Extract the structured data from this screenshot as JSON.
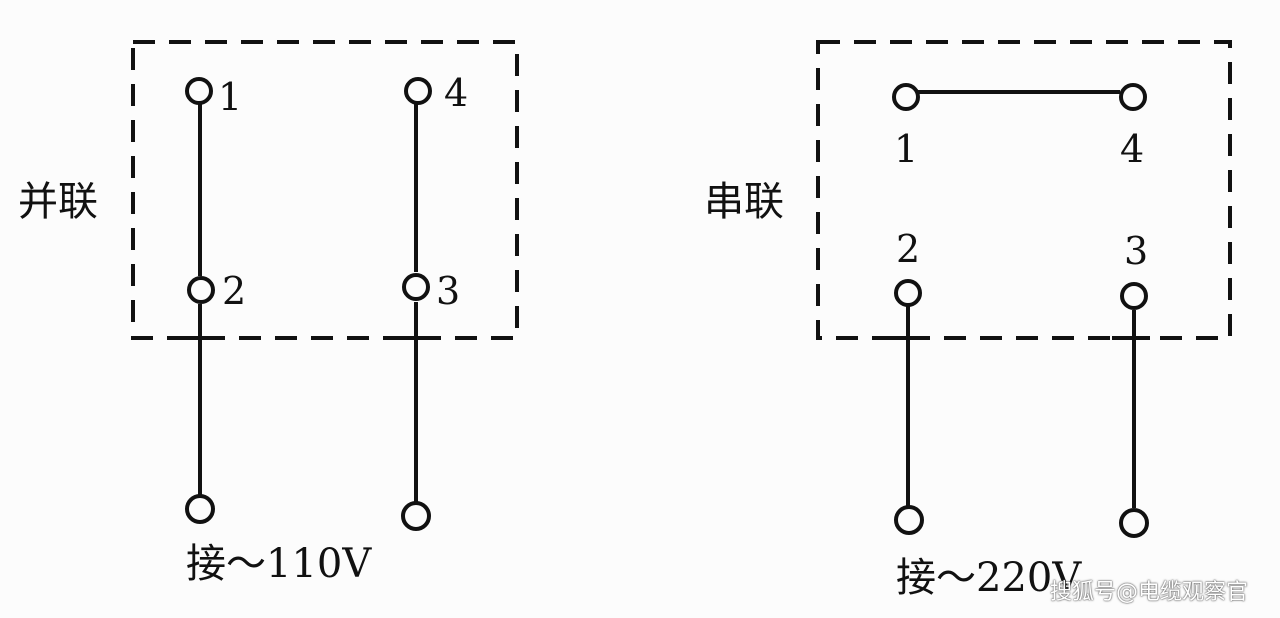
{
  "left_diagram": {
    "mode_label": "并联",
    "terminals": [
      "1",
      "2",
      "3",
      "4"
    ],
    "supply_label": "接～110V"
  },
  "right_diagram": {
    "mode_label": "串联",
    "terminals": [
      "1",
      "2",
      "3",
      "4"
    ],
    "supply_label": "接～220V"
  },
  "watermark": "搜狐号@电缆观察官",
  "colors": {
    "line": "#111111",
    "background": "#fcfcfc"
  }
}
